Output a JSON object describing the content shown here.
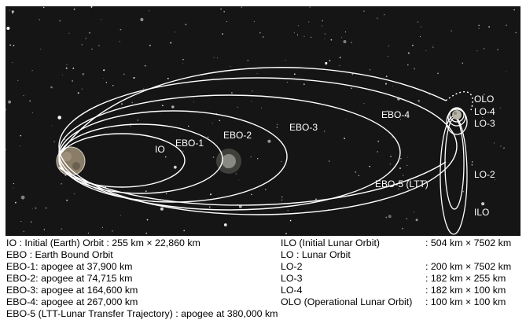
{
  "diagram": {
    "orbit_labels": {
      "io": "IO",
      "ebo1": "EBO-1",
      "ebo2": "EBO-2",
      "ebo3": "EBO-3",
      "ebo4": "EBO-4",
      "ebo5": "EBO-5 (LTT)",
      "olo": "OLO",
      "lo4": "LO-4",
      "lo3": "LO-3",
      "lo2": "LO-2",
      "ilo": "ILO"
    },
    "colors": {
      "sky": "#151515",
      "orbit": "#ffffff",
      "earth": "#8a7d68",
      "moon": "#b9b4a8"
    }
  },
  "legend": {
    "rows": [
      {
        "left": "IO : Initial (Earth) Orbit : 255 km × 22,860 km",
        "mid": "ILO (Initial Lunar Orbit)",
        "right": ": 504 km × 7502 km"
      },
      {
        "left": "EBO : Earth Bound Orbit",
        "mid": "LO : Lunar Orbit",
        "right": ""
      },
      {
        "left": "EBO-1: apogee at 37,900 km",
        "mid": "LO-2",
        "right": ": 200 km × 7502 km"
      },
      {
        "left": "EBO-2: apogee at 74,715 km",
        "mid": "LO-3",
        "right": ": 182 km × 255 km"
      },
      {
        "left": "EBO-3: apogee at 164,600 km",
        "mid": "LO-4",
        "right": ": 182 km × 100 km"
      },
      {
        "left": "EBO-4: apogee at 267,000 km",
        "mid": "OLO (Operational Lunar Orbit)",
        "right": ": 100 km × 100 km"
      },
      {
        "left": "EBO-5 (LTT-Lunar Transfer Trajectory) : apogee at 380,000 km",
        "mid": "",
        "right": ""
      }
    ]
  }
}
